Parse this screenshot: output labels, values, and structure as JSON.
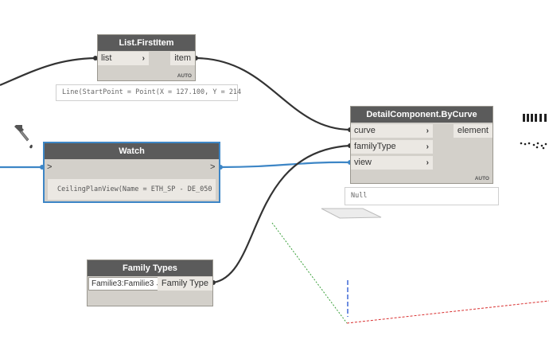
{
  "nodes": {
    "list_first_item": {
      "title": "List.FirstItem",
      "input_port": "list",
      "output_port": "item",
      "lacing": "AUTO",
      "preview": "Line(StartPoint = Point(X = 127.100, Y = 214"
    },
    "watch": {
      "title": "Watch",
      "input_port": ">",
      "output_port": ">",
      "value": "CeilingPlanView(Name = ETH_SP - DE_050"
    },
    "detail_component": {
      "title": "DetailComponent.ByCurve",
      "inputs": [
        "curve",
        "familyType",
        "view"
      ],
      "output_port": "element",
      "lacing": "AUTO",
      "preview": "Null"
    },
    "family_types": {
      "title": "Family Types",
      "selected": "Familie3:Familie3",
      "output_port": "Family Type"
    }
  },
  "colors": {
    "node_header": "#5b5b5b",
    "node_body": "#d3d0ca",
    "selected_border": "#3d86c6",
    "wire": "#333333",
    "wire_selected": "#3d86c6"
  }
}
